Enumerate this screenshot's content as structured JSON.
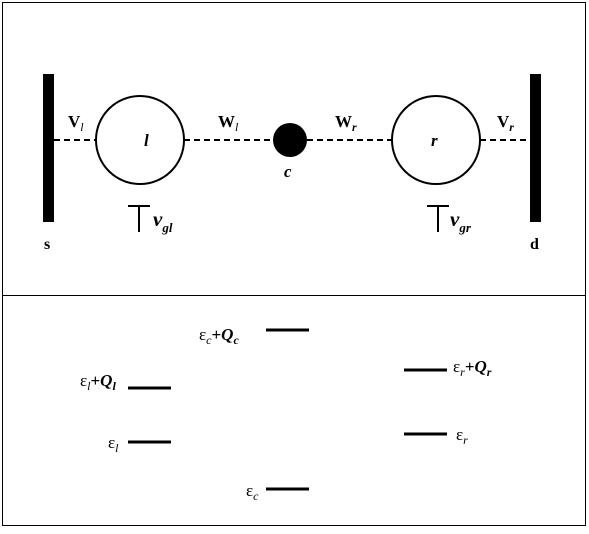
{
  "colors": {
    "ink": "#000000",
    "background": "#ffffff"
  },
  "circuit": {
    "lead_left": "s",
    "lead_right": "d",
    "dot_left": "l",
    "dot_right": "r",
    "dot_center": "c",
    "coupling_left_lead": {
      "main": "V",
      "sub": "l"
    },
    "coupling_left_center": {
      "main": "W",
      "sub": "l"
    },
    "coupling_center_right": {
      "main": "W",
      "sub": "r"
    },
    "coupling_right_lead": {
      "main": "V",
      "sub": "r"
    },
    "gate_left": {
      "main": "v",
      "sub": "gl"
    },
    "gate_right": {
      "main": "v",
      "sub": "gr"
    }
  },
  "levels": {
    "left_upper": {
      "eps": "ε",
      "eps_sub": "l",
      "plus": "+",
      "q": "Q",
      "q_sub": "l"
    },
    "left_lower": {
      "eps": "ε",
      "eps_sub": "l"
    },
    "center_upper": {
      "eps": "ε",
      "eps_sub": "c",
      "plus": "+",
      "q": "Q",
      "q_sub": "c"
    },
    "center_lower": {
      "eps": "ε",
      "eps_sub": "c"
    },
    "right_upper": {
      "eps": "ε",
      "eps_sub": "r",
      "plus": "+",
      "q": "Q",
      "q_sub": "r"
    },
    "right_lower": {
      "eps": "ε",
      "eps_sub": "r"
    }
  }
}
